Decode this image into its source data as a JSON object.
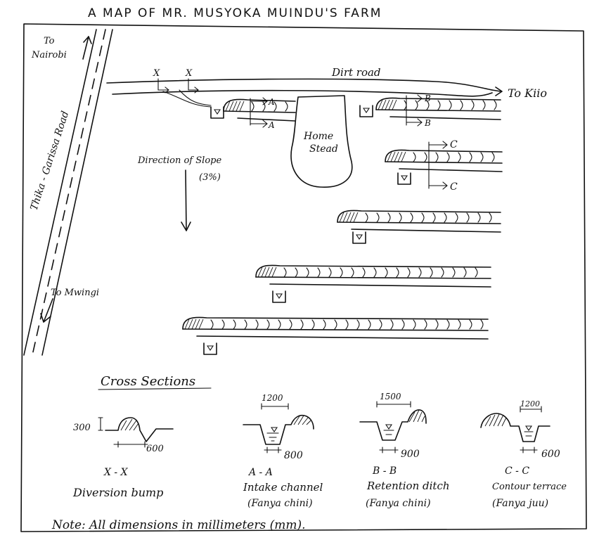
{
  "title": "A MAP OF MR. MUSYOKA MUINDU'S FARM",
  "roads": {
    "to_nairobi": [
      "To",
      "Nairobi"
    ],
    "highway": "Thika - Garissa Road",
    "to_mwingi": "To Mwingi",
    "dirt_road": "Dirt road",
    "to_kiio": "To Kiio"
  },
  "homestead": [
    "Home",
    "Stead"
  ],
  "slope": [
    "Direction of Slope",
    "(3%)"
  ],
  "section_marks": {
    "x": "X",
    "a": "A",
    "b": "B",
    "c": "C"
  },
  "cross_sections": {
    "heading": "Cross Sections",
    "items": [
      {
        "top": "",
        "left": "300",
        "bottom": "600",
        "code": "X - X",
        "name": "Diversion bump",
        "sub": ""
      },
      {
        "top": "1200",
        "left": "",
        "bottom": "800",
        "code": "A - A",
        "name": "Intake channel",
        "sub": "(Fanya chini)"
      },
      {
        "top": "1500",
        "left": "",
        "bottom": "900",
        "code": "B - B",
        "name": "Retention ditch",
        "sub": "(Fanya chini)"
      },
      {
        "top": "1200",
        "left": "",
        "bottom": "600",
        "code": "C - C",
        "name": "Contour terrace",
        "sub": "(Fanya juu)"
      }
    ]
  },
  "note": "Note: All dimensions in millimeters (mm)."
}
